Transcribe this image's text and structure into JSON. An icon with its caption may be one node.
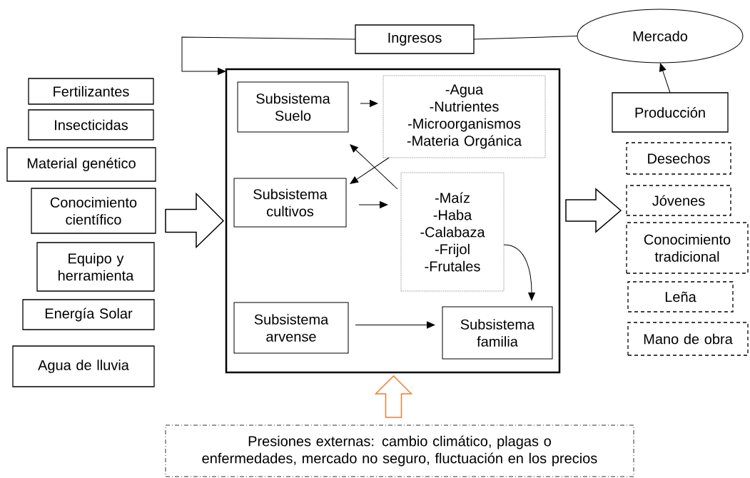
{
  "diagram": {
    "nodes": [
      {
        "text": [
          "Ingresos"
        ]
      },
      {
        "text": [
          "Mercado"
        ]
      },
      {
        "text": [
          "Fertilizantes"
        ]
      },
      {
        "text": [
          "Insecticidas"
        ]
      },
      {
        "text": [
          "Material genético"
        ]
      },
      {
        "text": [
          "Conocimiento científico"
        ]
      },
      {
        "text": [
          "Equipo y herramienta"
        ]
      },
      {
        "text": [
          "Energía Solar"
        ]
      },
      {
        "text": [
          "Agua de lluvia"
        ]
      },
      {
        "text": [],
        "shape": "box"
      },
      {
        "text": [
          "Subsistema Suelo"
        ],
        "in": 9
      },
      {
        "text": [
          "-Agua",
          "-Nutrientes",
          "-Microorganismos",
          "-Materia Orgánica"
        ],
        "in": 9
      },
      {
        "text": [
          "Subsistema cultivos"
        ],
        "in": 9
      },
      {
        "text": [
          "-Maíz",
          "-Haba",
          "-Calabaza",
          "-Frijol",
          "-Frutales"
        ],
        "in": 9
      },
      {
        "text": [
          "Subsistema arvense"
        ],
        "in": 9
      },
      {
        "text": [
          "Subsistema familia"
        ],
        "in": 9
      },
      {
        "text": [
          "Producción"
        ]
      },
      {
        "text": [
          "Desechos"
        ]
      },
      {
        "text": [
          "Jóvenes"
        ]
      },
      {
        "text": [
          "Conocimiento tradicional"
        ]
      },
      {
        "text": [
          "Leña"
        ]
      },
      {
        "text": [
          "Mano de obra"
        ]
      },
      {
        "text": [
          "Presiones externas: cambio climático, plagas o enfermedades, mercado no seguro, fluctuación en los precios"
        ]
      }
    ],
    "edges": [
      {
        "from": 1,
        "to": 0,
        "arrow": "none"
      },
      {
        "from": 0,
        "to": 9,
        "arrow": "to"
      },
      {
        "from": 16,
        "to": 1,
        "arrow": "to"
      },
      {
        "from": 10,
        "to": 11,
        "arrow": "to"
      },
      {
        "from": 13,
        "to": 10,
        "arrow": "to"
      },
      {
        "from": 11,
        "to": 12,
        "arrow": "to"
      },
      {
        "from": 12,
        "to": 13,
        "arrow": "to"
      },
      {
        "from": 13,
        "to": 15,
        "arrow": "to"
      },
      {
        "from": 14,
        "to": 15,
        "arrow": "to"
      },
      {
        "from": 5,
        "to": 9,
        "arrow": "to",
        "style": "thick"
      },
      {
        "from": 9,
        "to": 18,
        "arrow": "to",
        "style": "thick"
      },
      {
        "from": 22,
        "to": 9,
        "arrow": "to",
        "style": "thick",
        "color": "#ed7d31"
      }
    ]
  }
}
